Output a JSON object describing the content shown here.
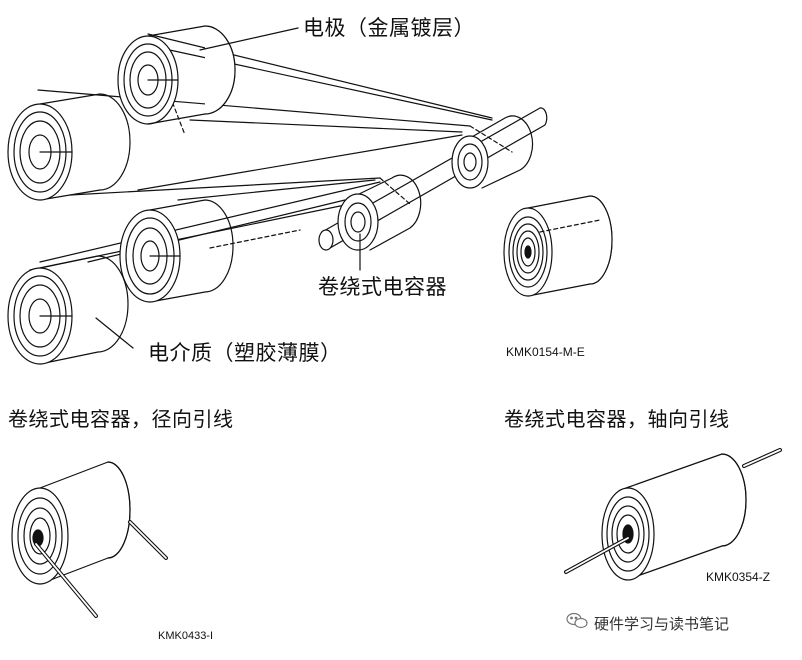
{
  "labels": {
    "electrode": "电极（金属镀层）",
    "wound_capacitor": "卷绕式电容器",
    "dielectric": "电介质（塑胶薄膜）",
    "code_top": "KMK0154-M-E",
    "radial_title": "卷绕式电容器，径向引线",
    "axial_title": "卷绕式电容器，轴向引线",
    "code_radial": "KMK0433-I",
    "code_axial": "KMK0354-Z",
    "watermark": "硬件学习与读书笔记"
  },
  "icons": {
    "watermark_icon": "wechat-icon"
  },
  "colors": {
    "line": "#111111",
    "background": "#ffffff"
  }
}
